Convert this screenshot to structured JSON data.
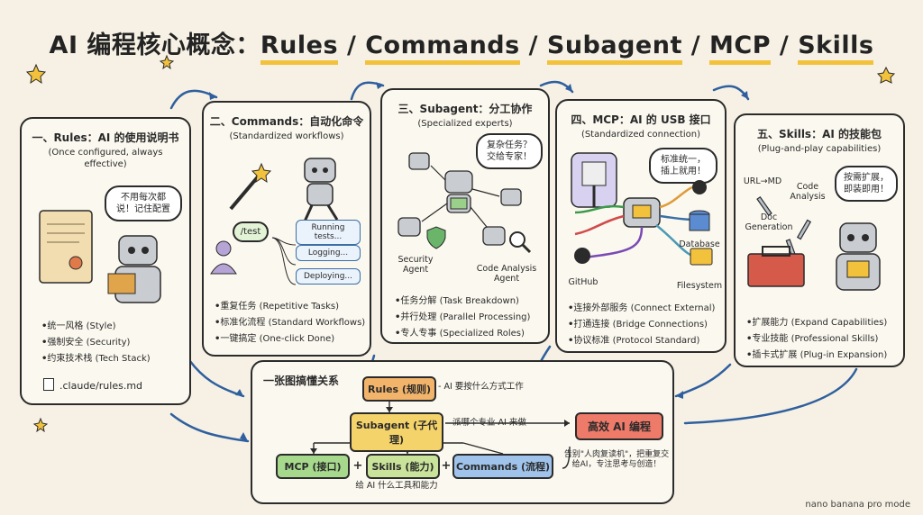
{
  "title": {
    "prefix": "AI 编程核心概念：",
    "parts": [
      "Rules",
      "Commands",
      "Subagent",
      "MCP",
      "Skills"
    ],
    "separator": " / "
  },
  "cards": {
    "rules": {
      "title": "一、Rules：AI 的使用说明书",
      "subtitle": "(Once configured, always effective)",
      "bubble": "不用每次都说！记住配置",
      "bullets": [
        "统一风格 (Style)",
        "强制安全 (Security)",
        "约束技术栈 (Tech Stack)"
      ],
      "file": ".claude/rules.md"
    },
    "commands": {
      "title": "二、Commands：自动化命令",
      "subtitle": "(Standardized workflows)",
      "command": "/test",
      "steps": [
        "Running tests...",
        "Logging...",
        "Deploying..."
      ],
      "bullets": [
        "重复任务 (Repetitive Tasks)",
        "标准化流程 (Standard Workflows)",
        "一键搞定 (One-click Done)"
      ]
    },
    "subagent": {
      "title": "三、Subagent：分工协作",
      "subtitle": "(Specialized experts)",
      "bubble": "复杂任务？交给专家！",
      "agents": [
        "Security Agent",
        "Code Analysis Agent"
      ],
      "bullets": [
        "任务分解 (Task Breakdown)",
        "并行处理 (Parallel Processing)",
        "专人专事 (Specialized Roles)"
      ]
    },
    "mcp": {
      "title": "四、MCP：AI 的 USB 接口",
      "subtitle": "(Standardized connection)",
      "bubble": "标准统一，插上就用！",
      "connectors": [
        "Database",
        "GitHub",
        "Filesystem"
      ],
      "bullets": [
        "连接外部服务 (Connect External)",
        "打通连接 (Bridge Connections)",
        "协议标准 (Protocol Standard)"
      ]
    },
    "skills": {
      "title": "五、Skills：AI 的技能包",
      "subtitle": "(Plug-and-play capabilities)",
      "bubble": "按需扩展，即装即用！",
      "tools": [
        "URL→MD",
        "Code Analysis",
        "Doc Generation"
      ],
      "bullets": [
        "扩展能力 (Expand Capabilities)",
        "专业技能 (Professional Skills)",
        "插卡式扩展 (Plug-in Expansion)"
      ]
    }
  },
  "summary": {
    "title": "一张图搞懂关系",
    "rules_box": "Rules (规则)",
    "rules_note": "- AI 要按什么方式工作",
    "subagent_box": "Subagent (子代理)",
    "subagent_note": "派哪个专业 AI 来做",
    "mcp_box": "MCP (接口)",
    "skills_box": "Skills (能力)",
    "commands_box": "Commands (流程)",
    "plus": "+",
    "bottom_note": "给 AI 什么工具和能力",
    "result_box": "高效 AI 编程",
    "result_note": "告别\"人肉复读机\"，把重复交给AI，专注思考与创造！"
  },
  "watermark": "nano banana pro mode",
  "colors": {
    "rules": "#f2b46a",
    "subagent": "#f5d36b",
    "mcp": "#a6d98c",
    "skills": "#c9e39a",
    "commands": "#9fc3ea",
    "result": "#ee7a6a",
    "highlight": "#f3c23c"
  }
}
